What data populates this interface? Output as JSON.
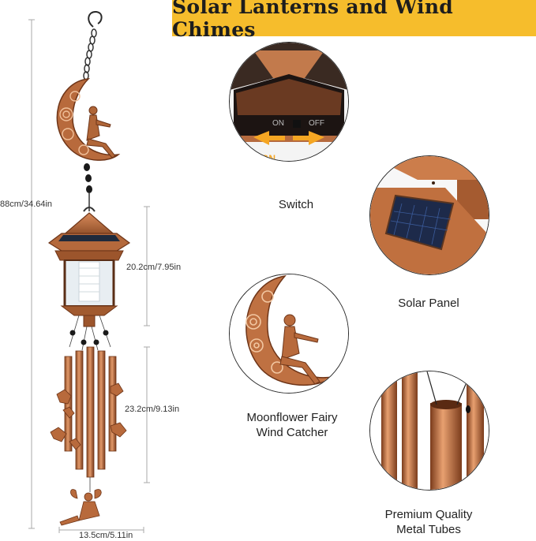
{
  "banner": {
    "title": "Solar Lanterns and Wind Chimes"
  },
  "dimensions": {
    "total": "88cm/34.64in",
    "lantern": "20.2cm/7.95in",
    "tubes": "23.2cm/9.13in",
    "width": "13.5cm/5.11in"
  },
  "details": {
    "switch": {
      "label": "Switch",
      "on": "ON",
      "off": "OFF"
    },
    "solar_panel": {
      "label": "Solar Panel"
    },
    "fairy": {
      "line1": "Moonflower Fairy",
      "line2": "Wind Catcher"
    },
    "tubes": {
      "line1": "Premium Quality",
      "line2": "Metal Tubes"
    }
  },
  "colors": {
    "banner": "#f6bd2c",
    "copper": "#c2703f",
    "copper_dark": "#7a3b1b",
    "arrow": "#f5a623"
  }
}
